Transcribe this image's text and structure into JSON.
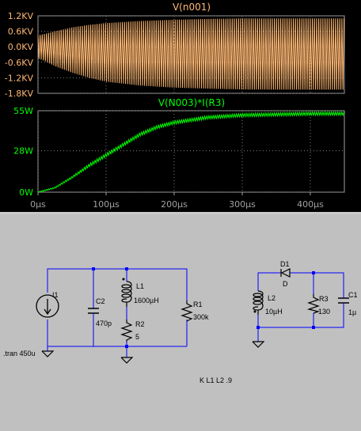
{
  "chart_data": [
    {
      "type": "line",
      "title": "V(n001)",
      "xlabel": "",
      "ylabel": "",
      "xlim": [
        0,
        450
      ],
      "x_unit": "µs",
      "ylim": [
        -1.8,
        1.2
      ],
      "y_unit": "KV",
      "y_ticks": [
        "1.2KV",
        "0.6KV",
        "0.0KV",
        "-0.6KV",
        "-1.2KV",
        "-1.8KV"
      ],
      "y_tick_values": [
        1.2,
        0.6,
        0.0,
        -0.6,
        -1.2,
        -1.8
      ],
      "grid": true,
      "color": "#ffb873",
      "series": [
        {
          "description": "oscillating voltage with growing envelope",
          "x": [
            0,
            10,
            25,
            50,
            75,
            100,
            150,
            200,
            250,
            300,
            350,
            400,
            450
          ],
          "envelope_upper": [
            0.45,
            0.5,
            0.6,
            0.75,
            0.85,
            0.92,
            1.0,
            1.05,
            1.08,
            1.1,
            1.1,
            1.1,
            1.1
          ],
          "envelope_lower": [
            -0.45,
            -0.55,
            -0.75,
            -1.0,
            -1.2,
            -1.35,
            -1.5,
            -1.58,
            -1.62,
            -1.65,
            -1.66,
            -1.66,
            -1.66
          ]
        }
      ]
    },
    {
      "type": "line",
      "title": "V(N003)*I(R3)",
      "xlabel": "",
      "ylabel": "",
      "xlim": [
        0,
        450
      ],
      "x_unit": "µs",
      "ylim": [
        0,
        55
      ],
      "y_unit": "W",
      "y_ticks": [
        "55W",
        "28W",
        "0W"
      ],
      "y_tick_values": [
        55,
        28,
        0
      ],
      "x_ticks": [
        "0µs",
        "100µs",
        "200µs",
        "300µs",
        "400µs"
      ],
      "x_tick_values": [
        0,
        100,
        200,
        300,
        400
      ],
      "grid": true,
      "color": "#00ff00",
      "series": [
        {
          "x": [
            0,
            25,
            50,
            75,
            100,
            125,
            150,
            175,
            200,
            250,
            300,
            350,
            400,
            450
          ],
          "values": [
            0,
            3,
            10,
            18,
            25,
            32,
            39,
            44,
            47,
            50.5,
            52,
            52.5,
            53,
            53
          ]
        }
      ]
    }
  ],
  "schematic": {
    "components": {
      "I1": "I1",
      "C2": "C2",
      "C2_val": "470p",
      "L1": "L1",
      "L1_val": "1600µH",
      "R2": "R2",
      "R2_val": "5",
      "R1": "R1",
      "R1_val": "300k",
      "L2": "L2",
      "L2_val": "10µH",
      "D1": "D1",
      "D1_model": "D",
      "R3": "R3",
      "R3_val": "130",
      "C1": "C1",
      "C1_val": "1µ"
    },
    "directive_tran": ".tran 450u",
    "directive_k": "K L1 L2 .9",
    "wire_color": "#0000ff",
    "bg_color": "#c0c0c0",
    "text_color": "#000000"
  }
}
